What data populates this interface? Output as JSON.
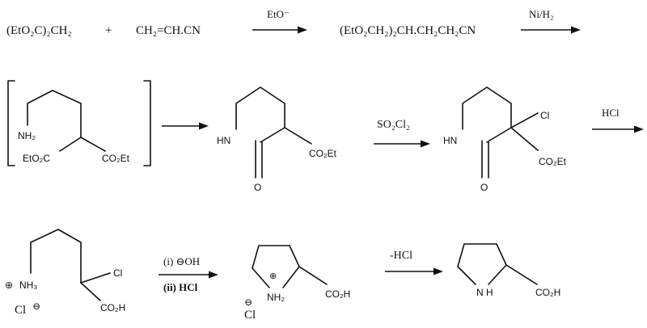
{
  "row1": {
    "reactant1": "(EtO₂C)₂CH₂",
    "plus": "+",
    "reactant2": "CH₂=CH.CN",
    "reagent1": "EtO⁻",
    "product1": "(EtO₂CH₂)₂CH.CH₂CH₂CN",
    "reagent2": "Ni/H₂"
  },
  "row2": {
    "intermediate_amine": "NH₂",
    "intermediate_ester_left": "EtO₂C",
    "intermediate_ester_right": "CO₂Et",
    "lactam_nh": "HN",
    "lactam_o": "O",
    "lactam_ester": "CO₂Et",
    "reagent_so2cl2": "SO₂Cl₂",
    "chloro_nh": "HN",
    "chloro_cl": "Cl",
    "chloro_o": "O",
    "chloro_ester": "CO₂Et",
    "reagent_hcl": "HCl"
  },
  "row3": {
    "ammonium_plus": "⊕",
    "ammonium": "NH₃",
    "chloride": "Cl",
    "chloride_minus": "⊖",
    "cl_substituent": "Cl",
    "acid": "CO₂H",
    "step_i": "(i) ⊖OH",
    "step_ii": "(ii) HCl",
    "pyrrolidinium_plus": "⊕",
    "pyrrolidinium_nh2": "NH₂",
    "pyrrolidinium_acid": "CO₂H",
    "counter_minus": "⊖",
    "counter_cl": "Cl",
    "reagent_minus_hcl": "-HCl",
    "proline_nh": "N H",
    "proline_acid": "CO₂H"
  }
}
